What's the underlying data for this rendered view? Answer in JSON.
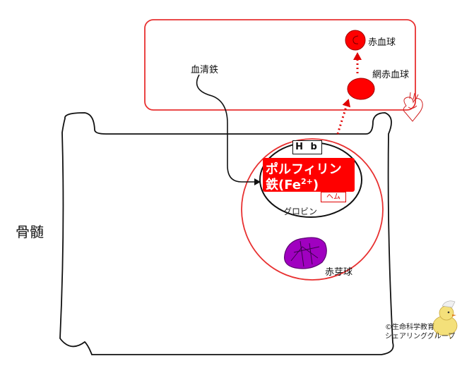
{
  "labels": {
    "serum_iron": "血清鉄",
    "red_blood_cell": "赤血球",
    "reticulocyte": "網赤血球",
    "bone_marrow": "骨髄",
    "hb": "H b",
    "porphyrin": "ポルフィリン",
    "iron_prefix": "鉄(Fe",
    "iron_charge": "2+",
    "iron_suffix": ")",
    "heme": "ヘム",
    "globin": "グロビン",
    "erythroblast": "赤芽球",
    "credit_line1": "©生命科学教育",
    "credit_line2": "シェアリンググループ"
  },
  "colors": {
    "vessel": "#e83030",
    "heme": "#ff0000",
    "erythroblast": "#a000c0",
    "arrow": "#e00000"
  },
  "icons": [
    "heart-icon",
    "chick-mascot-icon"
  ]
}
